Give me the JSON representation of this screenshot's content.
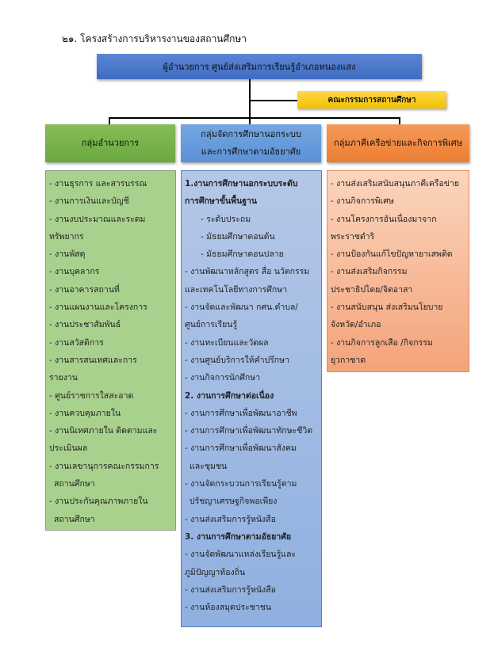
{
  "title": "๒๑. โครงสร้างการบริหารงานของสถานศึกษา",
  "top_box": "ผู้อำนวยการ  ศูนย์ส่งเสริมการเรียนรู้อำเภอหนองแสง",
  "committee": "คณะกรรมการสถานศึกษา",
  "groups": [
    {
      "header": "กลุ่มอำนวยการ",
      "lines": [
        {
          "t": "- งานธุรการ และสารบรรณ"
        },
        {
          "t": "- งานการเงินและบัญชี"
        },
        {
          "t": "- งานงบประมาณและระดม"
        },
        {
          "t": "ทรัพยากร"
        },
        {
          "t": "- งานพัสดุ"
        },
        {
          "t": "- งานบุคลากร"
        },
        {
          "t": "- งานอาคารสถานที่"
        },
        {
          "t": "- งานแผนงานและโครงการ"
        },
        {
          "t": "- งานประชาสัมพันธ์"
        },
        {
          "t": "- งานสวัสดิการ"
        },
        {
          "t": "- งานสารสนเทศและการ"
        },
        {
          "t": "รายงาน"
        },
        {
          "t": "- ศูนย์ราชการใสสะอาด"
        },
        {
          "t": "- งานควบคุมภายใน"
        },
        {
          "t": "- งานนิเทศภายใน ติดตามและ"
        },
        {
          "t": "ประเมินผล"
        },
        {
          "t": "- งานเลขานุการคณะกรรมการ"
        },
        {
          "t": "สถานศึกษา",
          "s": "sub"
        },
        {
          "t": "- งานประกันคุณภาพภายใน"
        },
        {
          "t": "สถานศึกษา",
          "s": "sub"
        }
      ]
    },
    {
      "header": "กลุ่มจัดการศึกษานอกระบบ\nและการศึกษาตามอัธยาศัย",
      "header_lines": [
        "กลุ่มจัดการศึกษานอกระบบ",
        "และการศึกษาตามอัธยาศัย"
      ],
      "lines": [
        {
          "t": "1.งานการศึกษานอกระบบระดับ",
          "s": "bold"
        },
        {
          "t": "การศึกษาขั้นพื้นฐาน",
          "s": "bold"
        },
        {
          "t": "- ระดับประถม",
          "s": "indent"
        },
        {
          "t": "- มัธยมศึกษาตอนต้น",
          "s": "indent"
        },
        {
          "t": "- มัธยมศึกษาตอนปลาย",
          "s": "indent"
        },
        {
          "t": "- งานพัฒนาหลักสูตร สื่อ นวัตกรรม"
        },
        {
          "t": "และเทคโนโลยีทางการศึกษา"
        },
        {
          "t": "- งานจัดและพัฒนา กศน.ตำบล/"
        },
        {
          "t": "ศูนย์การเรียนรู้"
        },
        {
          "t": "- งานทะเบียนและวัดผล"
        },
        {
          "t": "- งานศูนย์บริการให้คำปรึกษา"
        },
        {
          "t": "- งานกิจการนักศึกษา"
        },
        {
          "t": "2. งานการศึกษาต่อเนื่อง",
          "s": "bold"
        },
        {
          "t": "- งานการศึกษาเพื่อพัฒนาอาชีพ"
        },
        {
          "t": "- งานการศึกษาเพื่อพัฒนาทักษะชีวิต"
        },
        {
          "t": "- งานการศึกษาเพื่อพัฒนาสังคม"
        },
        {
          "t": "และชุมชน",
          "s": "sub"
        },
        {
          "t": "- งานจัดกระบวนการเรียนรู้ตาม"
        },
        {
          "t": "ปรัชญาเศรษฐกิจพอเพียง",
          "s": "sub"
        },
        {
          "t": "- งานส่งเสริมการรู้หนังสือ"
        },
        {
          "t": "3. งานการศึกษาตามอัธยาศัย",
          "s": "bold"
        },
        {
          "t": "- งานจัดพัฒนาแหล่งเรียนรู้และ"
        },
        {
          "t": "ภูมิปัญญาท้องถิ่น"
        },
        {
          "t": "- งานส่งเสริมการรู้หนังสือ"
        },
        {
          "t": "- งานห้องสมุดประชาชน"
        }
      ]
    },
    {
      "header": "กลุ่มภาคีเครือข่ายและกิจการพิเศษ",
      "lines": [
        {
          "t": "- งานส่งเสริมสนับสนุนภาคีเครือข่าย"
        },
        {
          "t": "- งานกิจการพิเศษ"
        },
        {
          "t": "- งานโครงการอันเนื่องมาจาก"
        },
        {
          "t": "พระราชดำริ"
        },
        {
          "t": "- งานป้องกันแก้ไขปัญหายาเสพติด"
        },
        {
          "t": "- งานส่งเสริมกิจกรรม"
        },
        {
          "t": "ประชาธิปไตย/จิตอาสา"
        },
        {
          "t": "- งานสนับสนุน ส่งเสริมนโยบาย"
        },
        {
          "t": "จังหวัด/อำเภอ"
        },
        {
          "t": "- งานกิจการลูกเสือ /กิจกรรม"
        },
        {
          "t": "ยุวกาชาด"
        }
      ]
    }
  ]
}
